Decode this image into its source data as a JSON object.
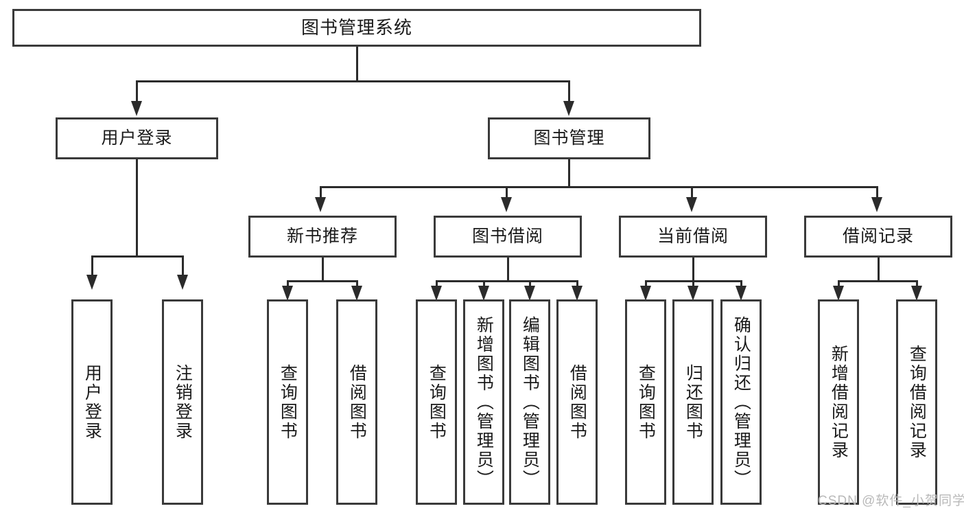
{
  "diagram": {
    "title": "图书管理系统",
    "type": "hierarchy-tree",
    "root": {
      "label": "图书管理系统"
    },
    "level2": [
      {
        "label": "用户登录"
      },
      {
        "label": "图书管理"
      }
    ],
    "level3": [
      {
        "label": "新书推荐"
      },
      {
        "label": "图书借阅"
      },
      {
        "label": "当前借阅"
      },
      {
        "label": "借阅记录"
      }
    ],
    "leaves": {
      "user_login": [
        {
          "label": "用户登录"
        },
        {
          "label": "注销登录"
        }
      ],
      "new_book_recommend": [
        {
          "label": "查询图书"
        },
        {
          "label": "借阅图书"
        }
      ],
      "book_borrow": [
        {
          "label": "查询图书"
        },
        {
          "label": "新增图书（管理员）"
        },
        {
          "label": "编辑图书（管理员）"
        },
        {
          "label": "借阅图书"
        }
      ],
      "current_borrow": [
        {
          "label": "查询图书"
        },
        {
          "label": "归还图书"
        },
        {
          "label": "确认归还（管理员）"
        }
      ],
      "borrow_record": [
        {
          "label": "新增借阅记录"
        },
        {
          "label": "查询借阅记录"
        }
      ]
    }
  },
  "watermark": {
    "text": "CSDN @软件_小贺同学"
  },
  "colors": {
    "box_border": "#3a3a3a",
    "line": "#2b2b2b",
    "text": "#1a1a1a",
    "background": "#ffffff",
    "watermark": "#b9b9b9"
  }
}
